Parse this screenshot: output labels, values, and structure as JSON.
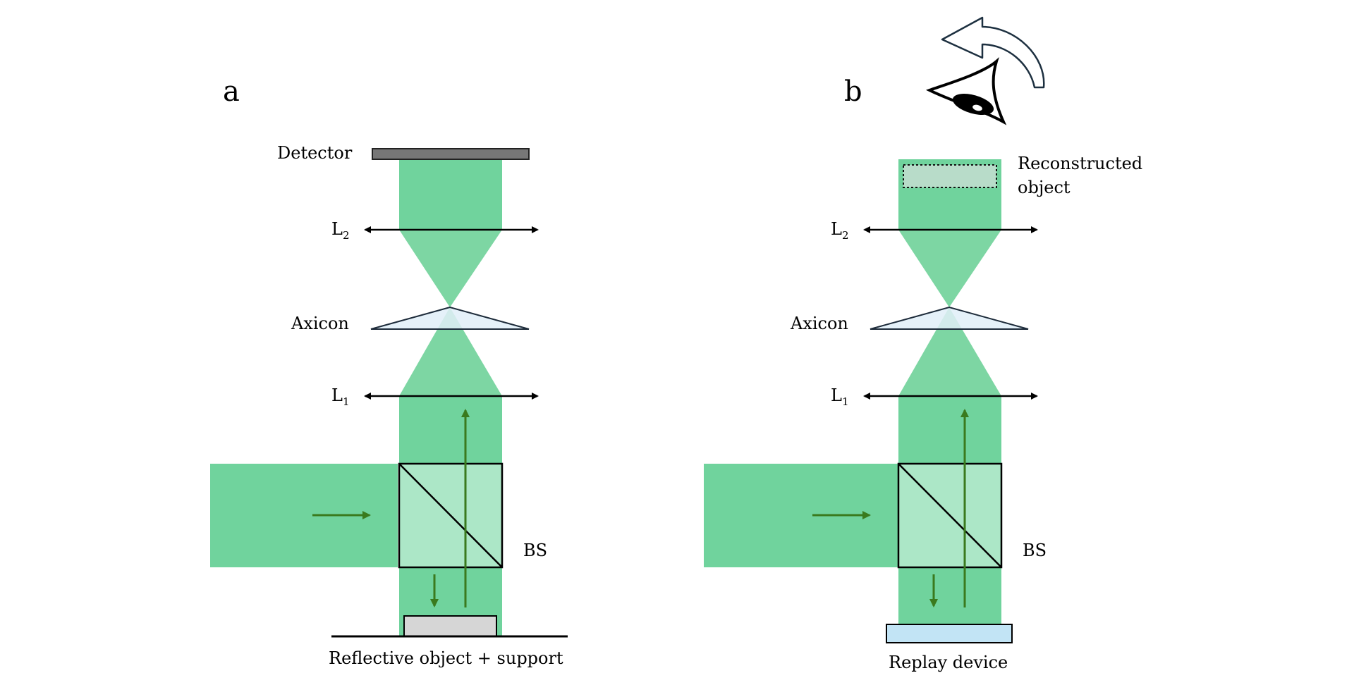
{
  "colors": {
    "beam": "#70d39d",
    "beam_light": "#7dd6a3",
    "splitter": "#ace7c7",
    "arrow_green": "#3a7a1e",
    "axicon_fill": "#e0eef8",
    "axicon_stroke": "#1d2b3a",
    "detector": "#777777",
    "object": "#d6d6d6",
    "replay": "#c2e4f5",
    "reconstructed": "#b8dcc9",
    "eye_stroke": "#1d3040"
  },
  "panel_a": {
    "letter": "a",
    "detector_label": "Detector",
    "lens2_label": "L",
    "lens2_sub": "2",
    "axicon_label": "Axicon",
    "lens1_label": "L",
    "lens1_sub": "1",
    "bs_label": "BS",
    "object_label": "Reflective object + support"
  },
  "panel_b": {
    "letter": "b",
    "reconstructed_label_line1": "Reconstructed",
    "reconstructed_label_line2": "object",
    "lens2_label": "L",
    "lens2_sub": "2",
    "axicon_label": "Axicon",
    "lens1_label": "L",
    "lens1_sub": "1",
    "bs_label": "BS",
    "replay_label": "Replay device",
    "icons": [
      "eye-icon",
      "curved-arrow-icon"
    ]
  }
}
